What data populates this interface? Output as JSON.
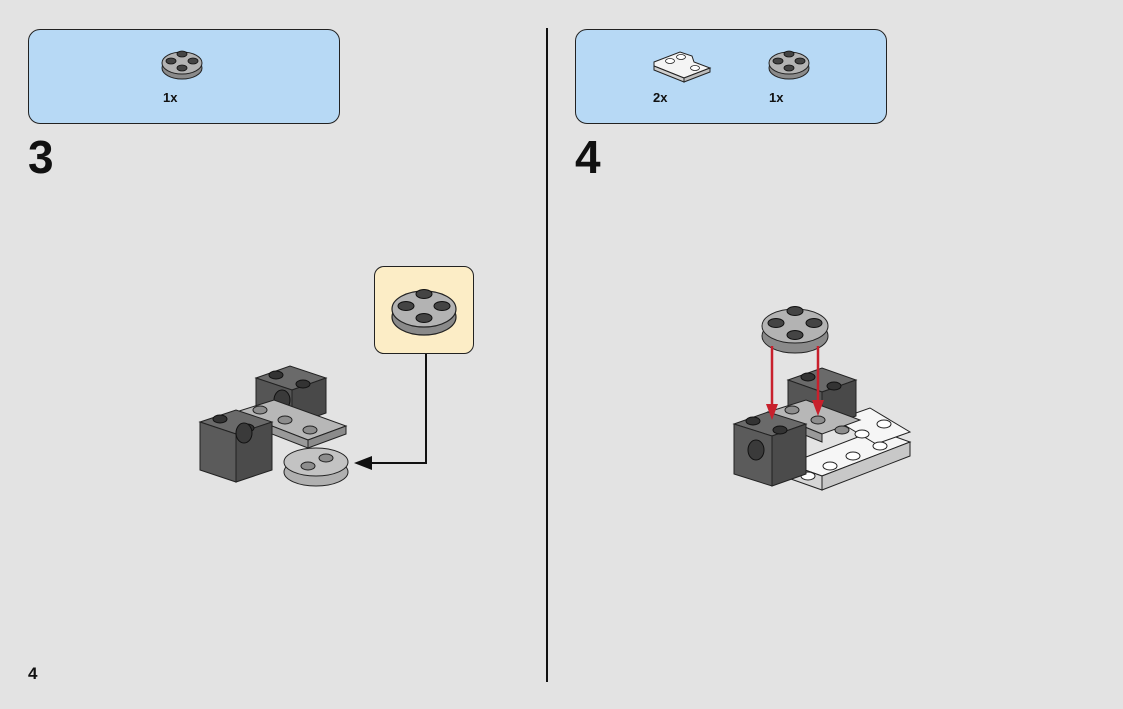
{
  "page": {
    "number": "4"
  },
  "step3": {
    "number": "3",
    "parts": [
      {
        "qty": "1x",
        "icon": "round-plate-2x2-gray-icon"
      }
    ],
    "callout_icon": "round-plate-2x2-gray-icon"
  },
  "step4": {
    "number": "4",
    "parts": [
      {
        "qty": "2x",
        "icon": "corner-plate-white-icon"
      },
      {
        "qty": "1x",
        "icon": "round-plate-2x2-gray-icon"
      }
    ]
  },
  "colors": {
    "parts_box": "#b7d9f5",
    "callout_box": "#fcedc6",
    "dark_gray": "#5a5a5a",
    "light_gray": "#a7a7a7",
    "arrow_red": "#c8202c",
    "background": "#e3e3e3"
  }
}
